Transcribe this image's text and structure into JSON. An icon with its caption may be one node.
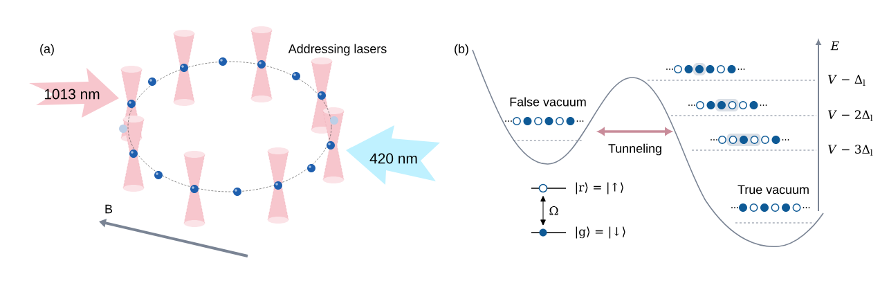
{
  "diagram": {
    "nodes": [
      {
        "text": [
          "1013 nm"
        ]
      },
      {
        "text": [
          "420 nm"
        ]
      },
      {
        "text": [],
        "shape": "circle",
        "beside": [
          "|r⟩ = |↑⟩"
        ]
      },
      {
        "text": [],
        "shape": "circle",
        "beside": [
          "|g⟩ = |↓⟩"
        ]
      }
    ],
    "edges": [
      {
        "from": 2,
        "to": 3,
        "arrow": "both",
        "label": "Ω"
      }
    ],
    "labels": [
      "(a)",
      "Addressing lasers",
      "B",
      "(b)",
      "E",
      "False vacuum",
      "*V* − Δ$_{l}$",
      "*V* − 2Δ$_{l}$",
      "Tunneling",
      "*V* − 3Δ$_{l}$",
      "True vacuum"
    ]
  }
}
